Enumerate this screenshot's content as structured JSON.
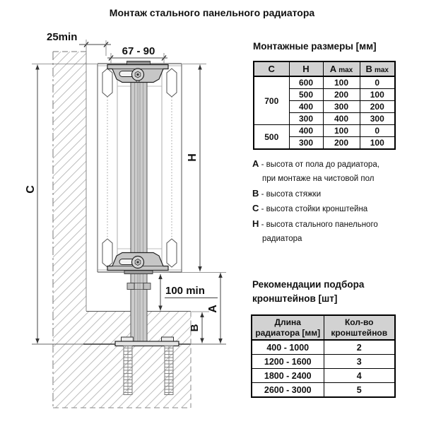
{
  "title": "Монтаж стального панельного радиатора",
  "drawing": {
    "labels": {
      "wall_clearance": "25min",
      "bracket_width": "67 - 90",
      "stand_height": "C",
      "radiator_height": "H",
      "floor_to_radiator": "A",
      "screed_height": "B",
      "min_floor_clearance": "100 min"
    }
  },
  "mounting_table": {
    "heading": "Монтажные размеры [мм]",
    "columns": [
      {
        "label": "C"
      },
      {
        "label": "H"
      },
      {
        "label": "A",
        "sub": "max"
      },
      {
        "label": "B",
        "sub": "max"
      }
    ],
    "groups": [
      {
        "c": "700",
        "rows": [
          [
            "600",
            "100",
            "0"
          ],
          [
            "500",
            "200",
            "100"
          ],
          [
            "400",
            "300",
            "200"
          ],
          [
            "300",
            "400",
            "300"
          ]
        ]
      },
      {
        "c": "500",
        "rows": [
          [
            "400",
            "100",
            "0"
          ],
          [
            "300",
            "200",
            "100"
          ]
        ]
      }
    ]
  },
  "legend": [
    {
      "key": "A",
      "text": "- высота от пола до радиатора,",
      "text2": "при монтаже на чистовой пол"
    },
    {
      "key": "B",
      "text": "- высота стяжки"
    },
    {
      "key": "C",
      "text": "- высота стойки кронштейна"
    },
    {
      "key": "H",
      "text": "- высота стального панельного",
      "text2": "радиатора"
    }
  ],
  "bracket_table": {
    "heading": [
      "Рекомендации подбора",
      "кронштейнов [шт]"
    ],
    "columns": [
      [
        "Длина",
        "радиатора [мм]"
      ],
      [
        "Кол-во",
        "кронштейнов"
      ]
    ],
    "rows": [
      [
        "400 - 1000",
        "2"
      ],
      [
        "1200 - 1600",
        "3"
      ],
      [
        "1800 - 2400",
        "4"
      ],
      [
        "2600 - 3000",
        "5"
      ]
    ]
  },
  "colors": {
    "table_header_bg": "#d2d2d2",
    "bracket_fill": "#c6c6c6",
    "column_fill": "#cbcbcb",
    "hatch_line": "#bdbdbd",
    "drawing_line": "#444444",
    "text": "#111111"
  }
}
